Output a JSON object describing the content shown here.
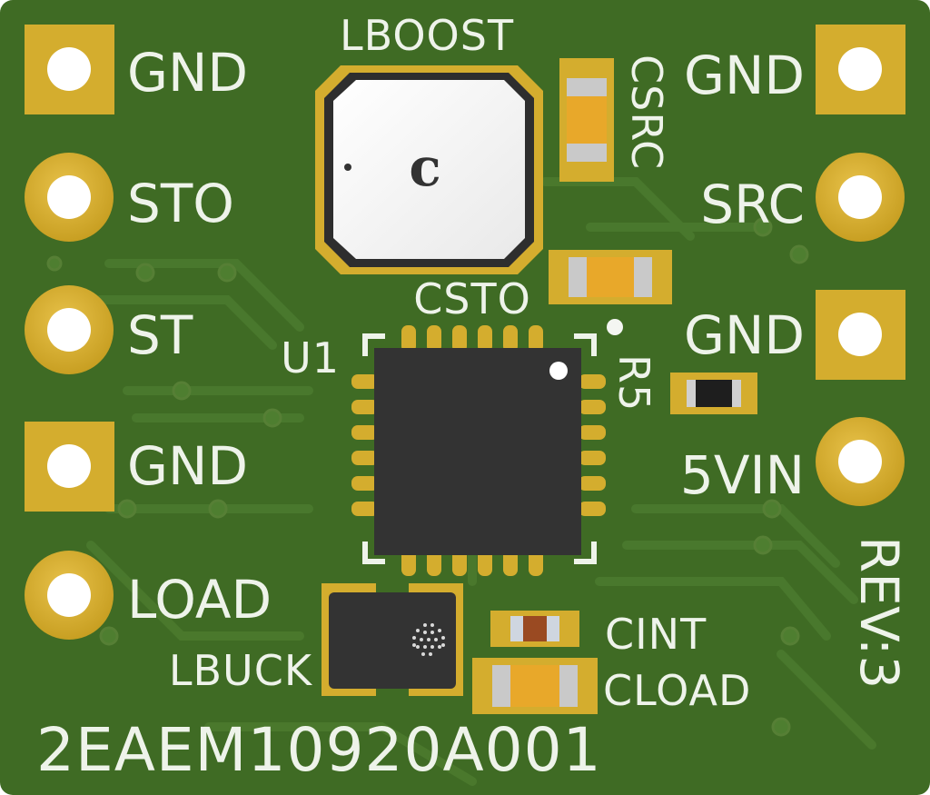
{
  "board": {
    "part_number": "2EAEM10920A001",
    "revision": "REV:3",
    "colors": {
      "soldermask": "#3f6b24",
      "copper_pad": "#d4ad2e",
      "silkscreen": "#eef3ea",
      "ic_body": "#333333"
    }
  },
  "left_pins": [
    {
      "label": "GND",
      "shape": "square"
    },
    {
      "label": "STO",
      "shape": "round"
    },
    {
      "label": "ST",
      "shape": "round"
    },
    {
      "label": "GND",
      "shape": "square"
    },
    {
      "label": "LOAD",
      "shape": "round"
    }
  ],
  "right_pins": [
    {
      "label": "GND",
      "shape": "square"
    },
    {
      "label": "SRC",
      "shape": "round"
    },
    {
      "label": "GND",
      "shape": "square"
    },
    {
      "label": "5VIN",
      "shape": "round"
    }
  ],
  "components": {
    "lboost": {
      "ref": "LBOOST",
      "marking": "c"
    },
    "csrc": {
      "ref": "CSRC"
    },
    "csto": {
      "ref": "CSTO"
    },
    "u1": {
      "ref": "U1"
    },
    "r5": {
      "ref": "R5"
    },
    "lbuck": {
      "ref": "LBUCK"
    },
    "cint": {
      "ref": "CINT"
    },
    "cload": {
      "ref": "CLOAD"
    }
  }
}
